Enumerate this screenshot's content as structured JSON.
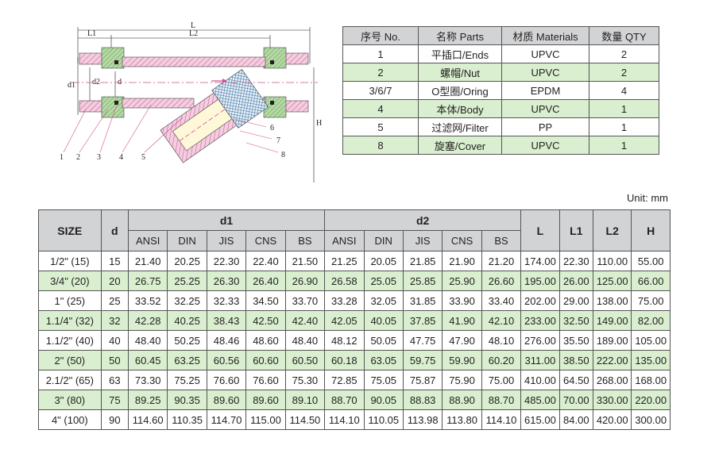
{
  "drawing": {
    "dimension_labels": [
      "L",
      "L1",
      "L2",
      "d1",
      "d2",
      "d",
      "H"
    ],
    "callouts": [
      "1",
      "2",
      "3",
      "4",
      "5",
      "6",
      "7",
      "8"
    ]
  },
  "parts_table": {
    "headers": [
      "序号 No.",
      "名称 Parts",
      "材质 Materials",
      "数量 QTY"
    ],
    "rows": [
      {
        "no": "1",
        "part": "平插口/Ends",
        "material": "UPVC",
        "qty": "2"
      },
      {
        "no": "2",
        "part": "螺帽/Nut",
        "material": "UPVC",
        "qty": "2"
      },
      {
        "no": "3/6/7",
        "part": "O型圈/Oring",
        "material": "EPDM",
        "qty": "4"
      },
      {
        "no": "4",
        "part": "本体/Body",
        "material": "UPVC",
        "qty": "1"
      },
      {
        "no": "5",
        "part": "过滤网/Filter",
        "material": "PP",
        "qty": "1"
      },
      {
        "no": "8",
        "part": "旋塞/Cover",
        "material": "UPVC",
        "qty": "1"
      }
    ]
  },
  "unit_label": "Unit: mm",
  "size_table": {
    "header": {
      "size": "SIZE",
      "d": "d",
      "d1": "d1",
      "d2": "d2",
      "standards": [
        "ANSI",
        "DIN",
        "JIS",
        "CNS",
        "BS"
      ],
      "L": "L",
      "L1": "L1",
      "L2": "L2",
      "H": "H"
    },
    "rows": [
      {
        "size": "1/2\" (15)",
        "d": "15",
        "d1": [
          "21.40",
          "20.25",
          "22.30",
          "22.40",
          "21.50"
        ],
        "d2": [
          "21.25",
          "20.05",
          "21.85",
          "21.90",
          "21.20"
        ],
        "L": "174.00",
        "L1": "22.30",
        "L2": "110.00",
        "H": "55.00"
      },
      {
        "size": "3/4\" (20)",
        "d": "20",
        "d1": [
          "26.75",
          "25.25",
          "26.30",
          "26.40",
          "26.90"
        ],
        "d2": [
          "26.58",
          "25.05",
          "25.85",
          "25.90",
          "26.60"
        ],
        "L": "195.00",
        "L1": "26.00",
        "L2": "125.00",
        "H": "66.00"
      },
      {
        "size": "1\" (25)",
        "d": "25",
        "d1": [
          "33.52",
          "32.25",
          "32.33",
          "34.50",
          "33.70"
        ],
        "d2": [
          "33.28",
          "32.05",
          "31.85",
          "33.90",
          "33.40"
        ],
        "L": "202.00",
        "L1": "29.00",
        "L2": "138.00",
        "H": "75.00"
      },
      {
        "size": "1.1/4\" (32)",
        "d": "32",
        "d1": [
          "42.28",
          "40.25",
          "38.43",
          "42.50",
          "42.40"
        ],
        "d2": [
          "42.05",
          "40.05",
          "37.85",
          "41.90",
          "42.10"
        ],
        "L": "233.00",
        "L1": "32.50",
        "L2": "149.00",
        "H": "82.00"
      },
      {
        "size": "1.1/2\" (40)",
        "d": "40",
        "d1": [
          "48.40",
          "50.25",
          "48.46",
          "48.60",
          "48.40"
        ],
        "d2": [
          "48.12",
          "50.05",
          "47.75",
          "47.90",
          "48.10"
        ],
        "L": "276.00",
        "L1": "35.50",
        "L2": "189.00",
        "H": "105.00"
      },
      {
        "size": "2\" (50)",
        "d": "50",
        "d1": [
          "60.45",
          "63.25",
          "60.56",
          "60.60",
          "60.50"
        ],
        "d2": [
          "60.18",
          "63.05",
          "59.75",
          "59.90",
          "60.20"
        ],
        "L": "311.00",
        "L1": "38.50",
        "L2": "222.00",
        "H": "135.00"
      },
      {
        "size": "2.1/2\" (65)",
        "d": "63",
        "d1": [
          "73.30",
          "75.25",
          "76.60",
          "76.60",
          "75.30"
        ],
        "d2": [
          "72.85",
          "75.05",
          "75.87",
          "75.90",
          "75.00"
        ],
        "L": "410.00",
        "L1": "64.50",
        "L2": "268.00",
        "H": "168.00"
      },
      {
        "size": "3\" (80)",
        "d": "75",
        "d1": [
          "89.25",
          "90.35",
          "89.60",
          "89.60",
          "89.10"
        ],
        "d2": [
          "88.70",
          "90.05",
          "88.83",
          "88.90",
          "88.70"
        ],
        "L": "485.00",
        "L1": "70.00",
        "L2": "330.00",
        "H": "220.00"
      },
      {
        "size": "4\" (100)",
        "d": "90",
        "d1": [
          "114.60",
          "110.35",
          "114.70",
          "115.00",
          "114.50"
        ],
        "d2": [
          "114.10",
          "110.05",
          "113.98",
          "113.80",
          "114.10"
        ],
        "L": "615.00",
        "L1": "84.00",
        "L2": "420.00",
        "H": "300.00"
      }
    ]
  }
}
